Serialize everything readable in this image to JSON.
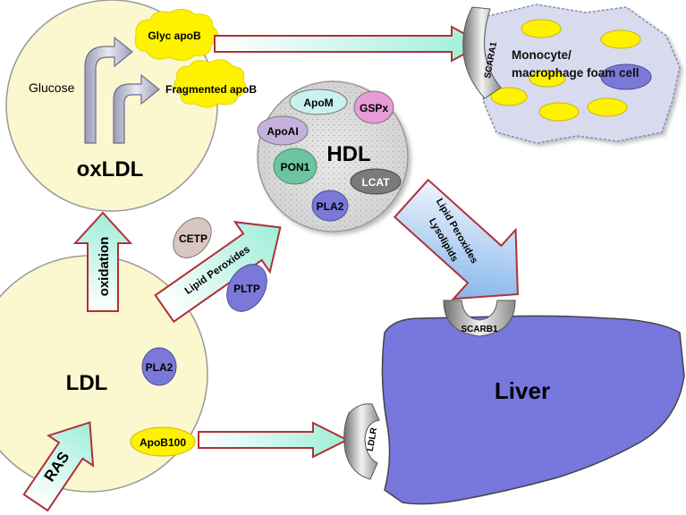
{
  "nodes": {
    "oxldl": "oxLDL",
    "glucose": "Glucose",
    "glyc_apob": "Glyc apoB",
    "fragmented_apob": "Fragmented apoB",
    "ldl": "LDL",
    "hdl": "HDL",
    "liver": "Liver",
    "foam_cell_line1": "Monocyte/",
    "foam_cell_line2": "macrophage foam cell"
  },
  "proteins": {
    "apom": "ApoM",
    "gspx": "GSPx",
    "apoai": "ApoAI",
    "pon1": "PON1",
    "lcat": "LCAT",
    "pla2_hdl": "PLA2",
    "pla2_ldl": "PLA2",
    "cetp": "CETP",
    "pltp": "PLTP",
    "apob100": "ApoB100"
  },
  "receptors": {
    "scara1": "SCARA1",
    "scarb1": "SCARB1",
    "ldlr": "LDLR"
  },
  "arrows": {
    "oxidation": "oxidation",
    "ras": "RAS",
    "lipid_peroxides": "Lipid Peroxides",
    "hdl_to_liver_line1": "Lipid Peroxides",
    "hdl_to_liver_line2": "Lysolipids"
  },
  "colors": {
    "circle_fill": "#fbf7cf",
    "yellow": "#fff200",
    "purple": "#7b79d8",
    "liver": "#7777dd",
    "green_arrow": "#a9f1df",
    "arrow_outline": "#b0303a",
    "foam_cell": "#d8daee",
    "hdl_gray": "#d9d9d9"
  }
}
